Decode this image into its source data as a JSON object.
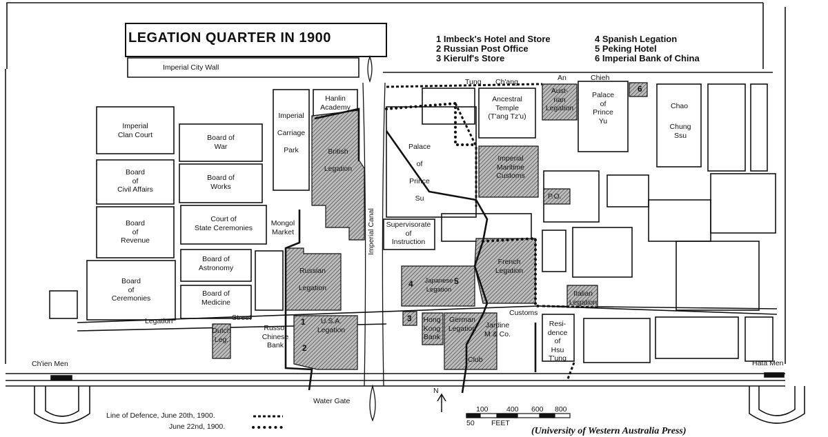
{
  "title": "LEGATION QUARTER IN 1900",
  "key": {
    "left": [
      "1 Imbeck's Hotel and Store",
      "2 Russian Post Office",
      "3 Kierulf's Store"
    ],
    "right": [
      "4 Spanish Legation",
      "5 Peking Hotel",
      "6 Imperial Bank of China"
    ]
  },
  "labels": {
    "imperial_city_wall": "Imperial City Wall",
    "clan_court": "Imperial\nClan Court",
    "civil_affairs": "Board\nof\nCivil Affairs",
    "revenue": "Board\nof\nRevenue",
    "ceremonies": "Board\nof\nCeremonies",
    "war": "Board of\nWar",
    "works": "Board of\nWorks",
    "state_ceremonies": "Court of\nState Ceremonies",
    "astronomy": "Board of\nAstronomy",
    "medicine": "Board of\nMedicine",
    "carriage_park": "Imperial\n\nCarriage\n\nPark",
    "hanlin": "Hanlin\nAcademy",
    "british": "British\n\nLegation",
    "mongol": "Mongol\nMarket",
    "russian": "Russian\n\nLegation",
    "legation_street": "Legation",
    "street": "Street",
    "dutch": "Dutch\nLeg.",
    "russo_chinese": "Russo-\nChinese\nBank",
    "usa": "U.S.A.\nLegation",
    "canal": "Imperial Canal",
    "prince_su": "Palace\n\nof\n\nPrince\n\nSu",
    "supervisorate": "Supervisorate\nof\nInstruction",
    "tung": "Tung",
    "chang": "Ch'ang",
    "an": "An",
    "chieh": "Chieh",
    "ancestral": "Ancestral\nTemple\n(T'ang Tz'u)",
    "austrian": "Aust-\nrian\nLegation",
    "prince_yu": "Palace\nof\nPrince\nYu",
    "chao": "Chao",
    "chung_ssu": "Chung\nSsu",
    "maritime": "Imperial\nMaritime\nCustoms",
    "po": "P.O.",
    "japanese": "Japanese\nLegation",
    "french": "French\nLegation",
    "italian": "Italian\nLegation",
    "hongkong": "Hong\nKong\nBank",
    "german": "German\nLegation",
    "jardine": "Jardine\nM & Co.",
    "customs": "Customs",
    "club": "Club",
    "hsu_tung": "Resi-\ndence\nof\nHsu\nT'ung",
    "chien_men": "Ch'ien Men",
    "hata_men": "Hata Men",
    "water_gate": "Water Gate",
    "north": "N"
  },
  "numbers": [
    "1",
    "2",
    "3",
    "4",
    "5",
    "6"
  ],
  "legend": {
    "line1": "Line of Defence, June 20th, 1900.",
    "line2": "June 22nd, 1900."
  },
  "scale": {
    "ticks": [
      "100",
      "400",
      "600",
      "800"
    ],
    "start": "50",
    "unit": "FEET"
  },
  "credit": "(University of Western Australia Press)"
}
